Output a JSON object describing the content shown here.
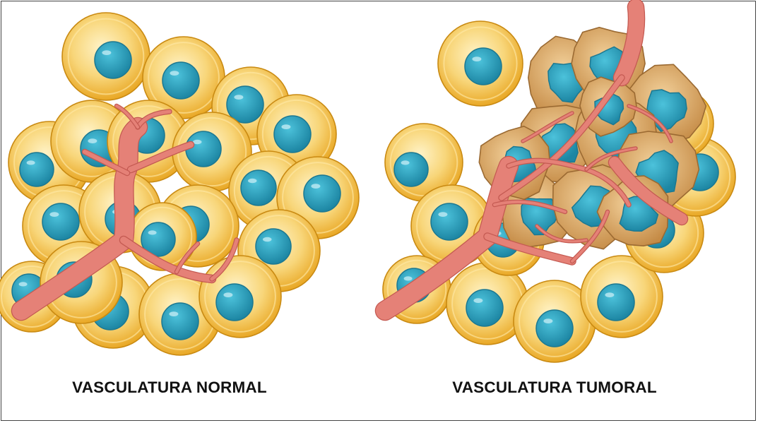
{
  "panels": [
    {
      "id": "normal",
      "caption": "VASCULATURA NORMAL"
    },
    {
      "id": "tumor",
      "caption": "VASCULATURA TUMORAL"
    }
  ],
  "colors": {
    "cell_fill": "#f7cf6a",
    "cell_rim": "#e8a321",
    "cell_edge": "#c98a12",
    "nucleus": "#2aa3bf",
    "nucleus_edge": "#1c7891",
    "vessel": "#e58177",
    "vessel_edge": "#c45a52",
    "tumor_cell": "#d9a565",
    "tumor_edge": "#9b6a32"
  }
}
